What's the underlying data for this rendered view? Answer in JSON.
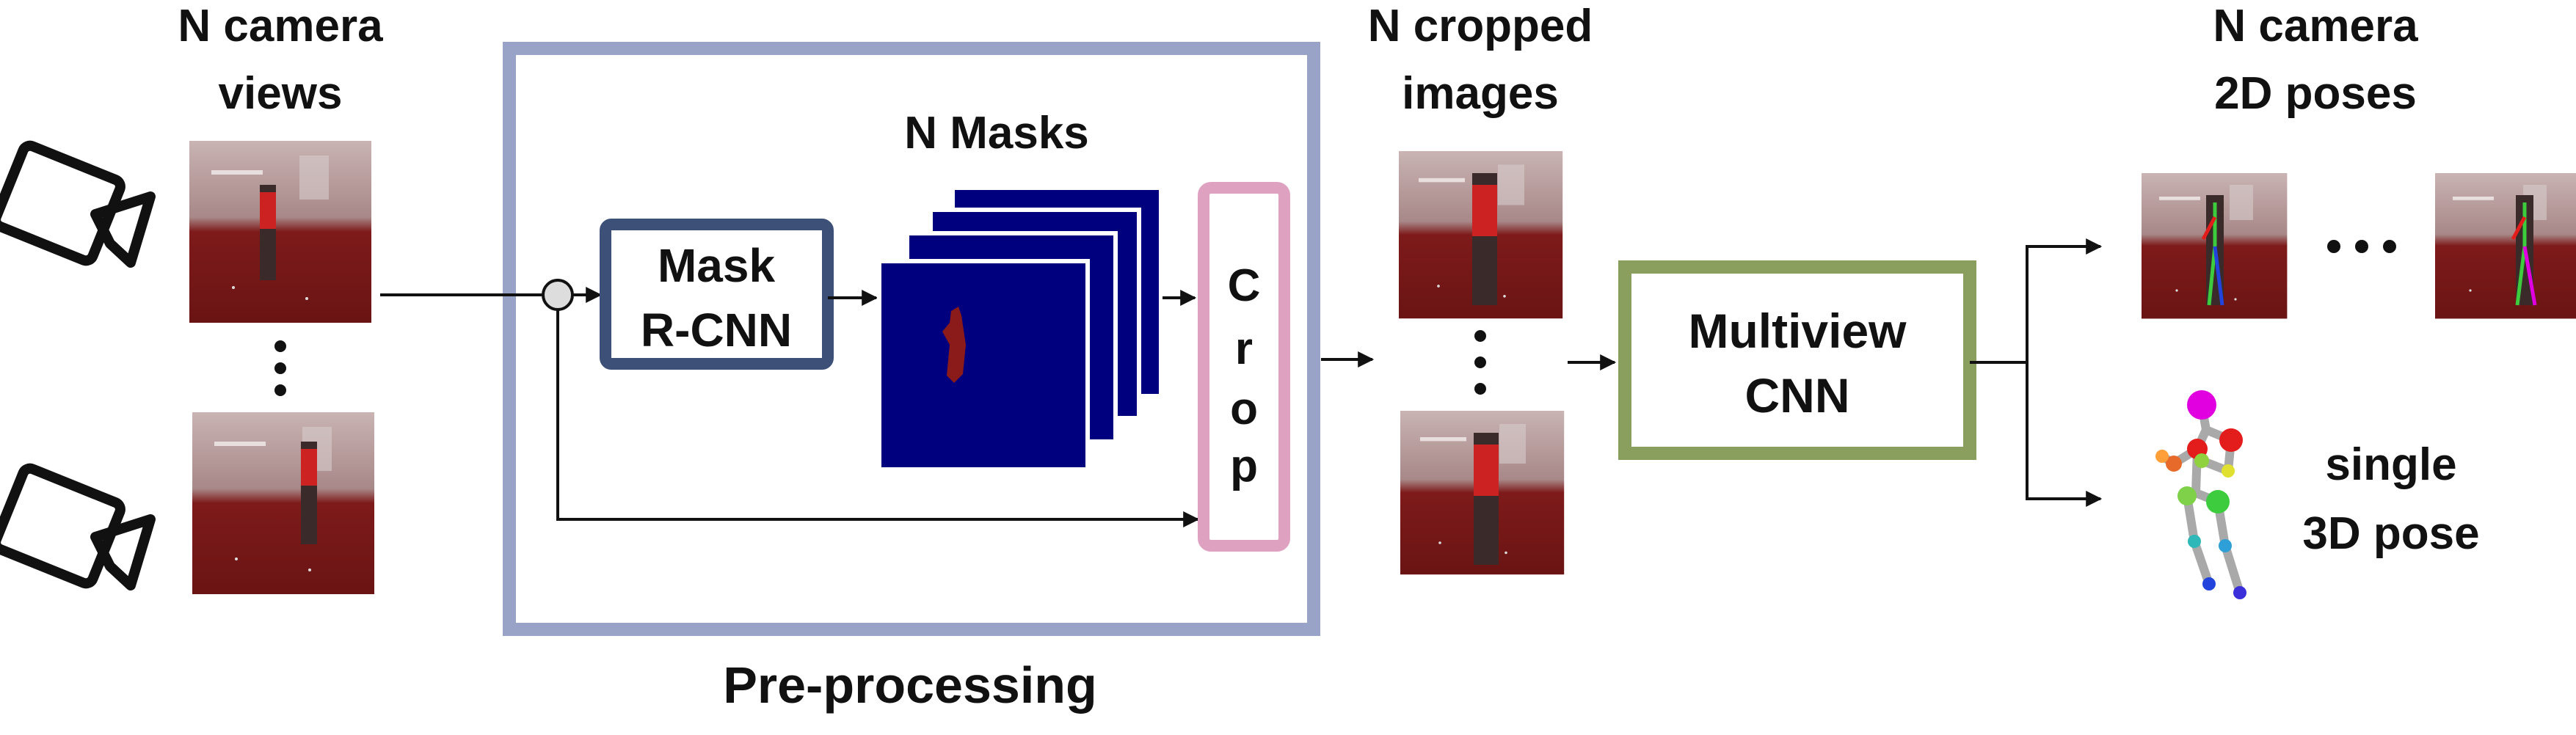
{
  "labels": {
    "camera_views": [
      "N camera",
      "views"
    ],
    "masks": "N Masks",
    "mask_rcnn": [
      "Mask",
      "R-CNN"
    ],
    "crop_letters": [
      "C",
      "r",
      "o",
      "p"
    ],
    "cropped_images": [
      "N cropped",
      "images"
    ],
    "multiview_cnn": [
      "Multiview",
      "CNN"
    ],
    "camera_2d_poses": [
      "N camera",
      "2D poses"
    ],
    "single_3d_pose": [
      "single",
      "3D pose"
    ],
    "preprocessing": "Pre-processing"
  },
  "colors": {
    "preprocessing_box": "#98a3c7",
    "mask_rcnn_box": "#3d5078",
    "mask_fill": "#00007f",
    "mask_blob": "#8b1a1a",
    "crop_box": "#dfa1c0",
    "multiview_box": "#8a9e5e",
    "room_wall": "#b99a9a",
    "room_floor": "#7a1717",
    "joint_head": "#e000e0",
    "joint_red": "#e31c1c",
    "joint_green": "#3dcc3d",
    "joint_blue": "#2244dd"
  },
  "icons": {
    "camera": "video-camera-icon",
    "ellipsis": "vertical-ellipsis-icon"
  }
}
